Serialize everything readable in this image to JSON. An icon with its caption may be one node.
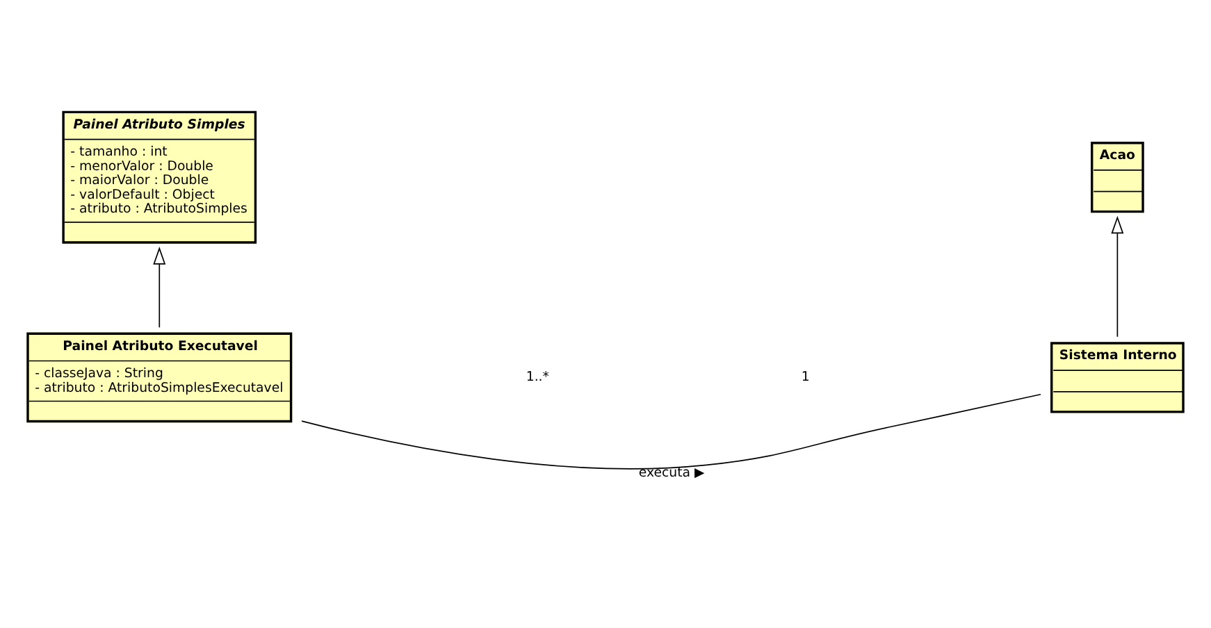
{
  "diagram": {
    "nodes": [
      {
        "text": [
          "Painel Atributo Simples",
          "- tamanho : int",
          "- menorValor : Double",
          "- maiorValor : Double",
          "- valorDefault : Object",
          "- atributo : AtributoSimples"
        ]
      },
      {
        "text": [
          "Acao"
        ]
      },
      {
        "text": [
          "Painel Atributo Executavel",
          "- classeJava : String",
          "- atributo : AtributoSimplesExecutavel"
        ]
      },
      {
        "text": [
          "Sistema Interno"
        ]
      }
    ],
    "edges": [
      {
        "from": 2,
        "to": 0,
        "arrow": "to"
      },
      {
        "from": 3,
        "to": 1,
        "arrow": "to"
      },
      {
        "from": 2,
        "to": 3,
        "arrow": "none",
        "label": "executa ▶"
      }
    ],
    "labels": [
      "1..*",
      "1"
    ]
  }
}
